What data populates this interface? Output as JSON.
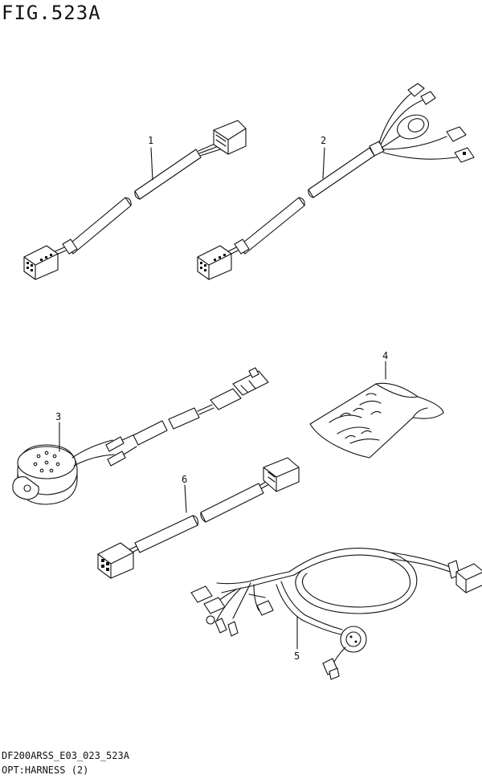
{
  "figure": {
    "title": "FIG.523A",
    "model_code": "DF200ARSS_E03_023_523A",
    "caption": "OPT:HARNESS (2)"
  },
  "callouts": [
    "1",
    "2",
    "3",
    "4",
    "5",
    "6"
  ]
}
